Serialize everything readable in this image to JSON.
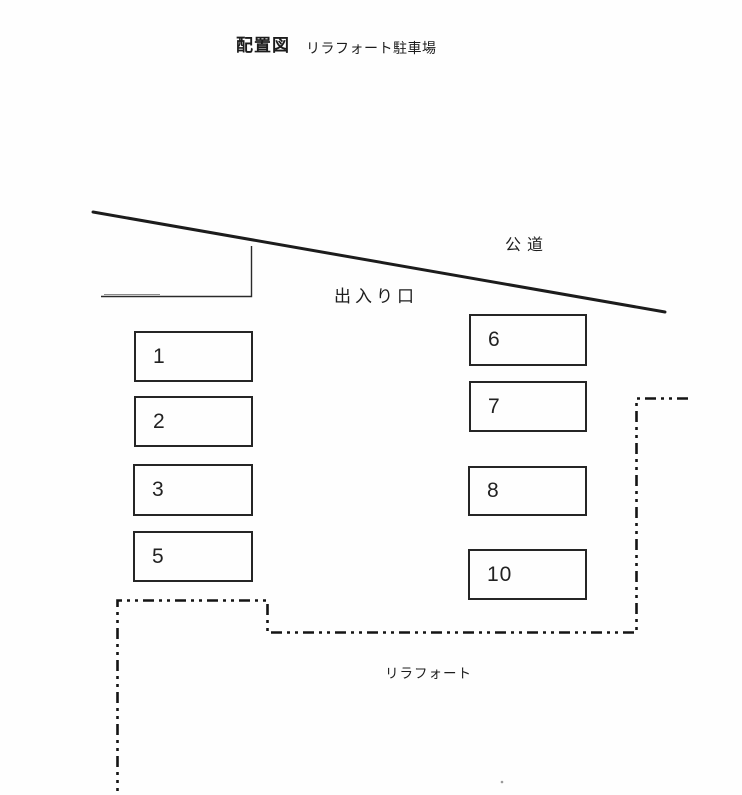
{
  "title": {
    "main": "配置図",
    "sub": "リラフォート駐車場"
  },
  "labels": {
    "road": "公道",
    "entrance": "出入り口",
    "facility": "リラフォート"
  },
  "spaces": [
    {
      "number": "1"
    },
    {
      "number": "2"
    },
    {
      "number": "3"
    },
    {
      "number": "5"
    },
    {
      "number": "6"
    },
    {
      "number": "7"
    },
    {
      "number": "8"
    },
    {
      "number": "10"
    }
  ],
  "colors": {
    "ink": "#1f1f1f",
    "background": "#fefefe"
  }
}
